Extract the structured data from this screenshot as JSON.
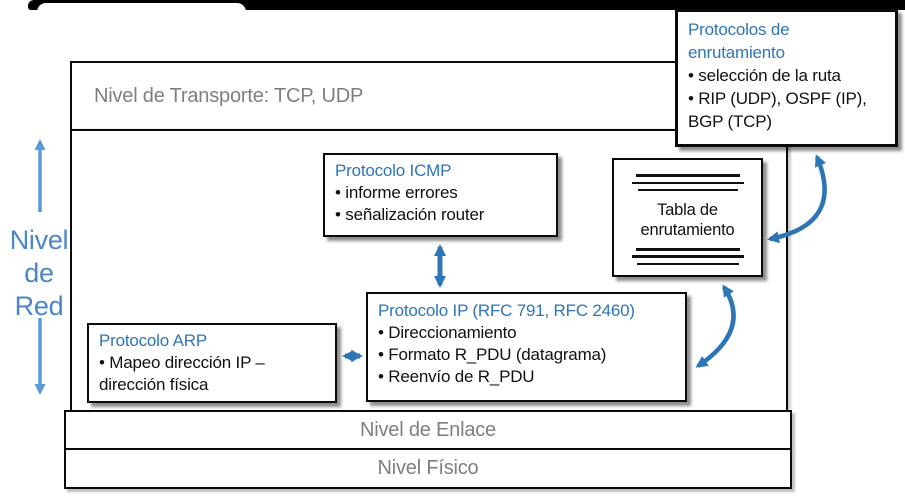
{
  "slide": {
    "side_label": {
      "lines": [
        "Nivel",
        "de",
        "Red"
      ]
    },
    "layers": {
      "transport": "Nivel de Transporte: TCP, UDP",
      "link": "Nivel de Enlace",
      "physical": "Nivel Físico"
    },
    "boxes": {
      "icmp": {
        "title": "Protocolo ICMP",
        "bullets": [
          "informe errores",
          "señalización router"
        ]
      },
      "ip": {
        "title": "Protocolo IP (RFC 791, RFC 2460)",
        "bullets": [
          "Direccionamiento",
          "Formato R_PDU (datagrama)",
          "Reenvío de R_PDU"
        ]
      },
      "arp": {
        "title": "Protocolo ARP",
        "bullets": [
          "Mapeo dirección IP – dirección física"
        ]
      },
      "routing_table": {
        "label": "Tabla de enrutamiento",
        "icon": "table-rows-icon"
      },
      "routing_protocols": {
        "title": "Protocolos de enrutamiento",
        "bullets": [
          "selección de la ruta",
          "RIP (UDP), OSPF (IP), BGP (TCP)"
        ]
      }
    },
    "connections": [
      {
        "from": "icmp",
        "to": "ip",
        "type": "bidirectional"
      },
      {
        "from": "arp",
        "to": "ip",
        "type": "bidirectional"
      },
      {
        "from": "ip",
        "to": "routing_table",
        "type": "bidirectional"
      },
      {
        "from": "routing_table",
        "to": "routing_protocols",
        "type": "bidirectional"
      }
    ],
    "colors": {
      "box_title_blue": "#2E75B6",
      "connector_blue": "#2E75B6",
      "side_label_blue": "#4A86C8",
      "side_arrow_blue": "#5B9BD5",
      "layer_text_gray": "#7F7F7F"
    }
  }
}
